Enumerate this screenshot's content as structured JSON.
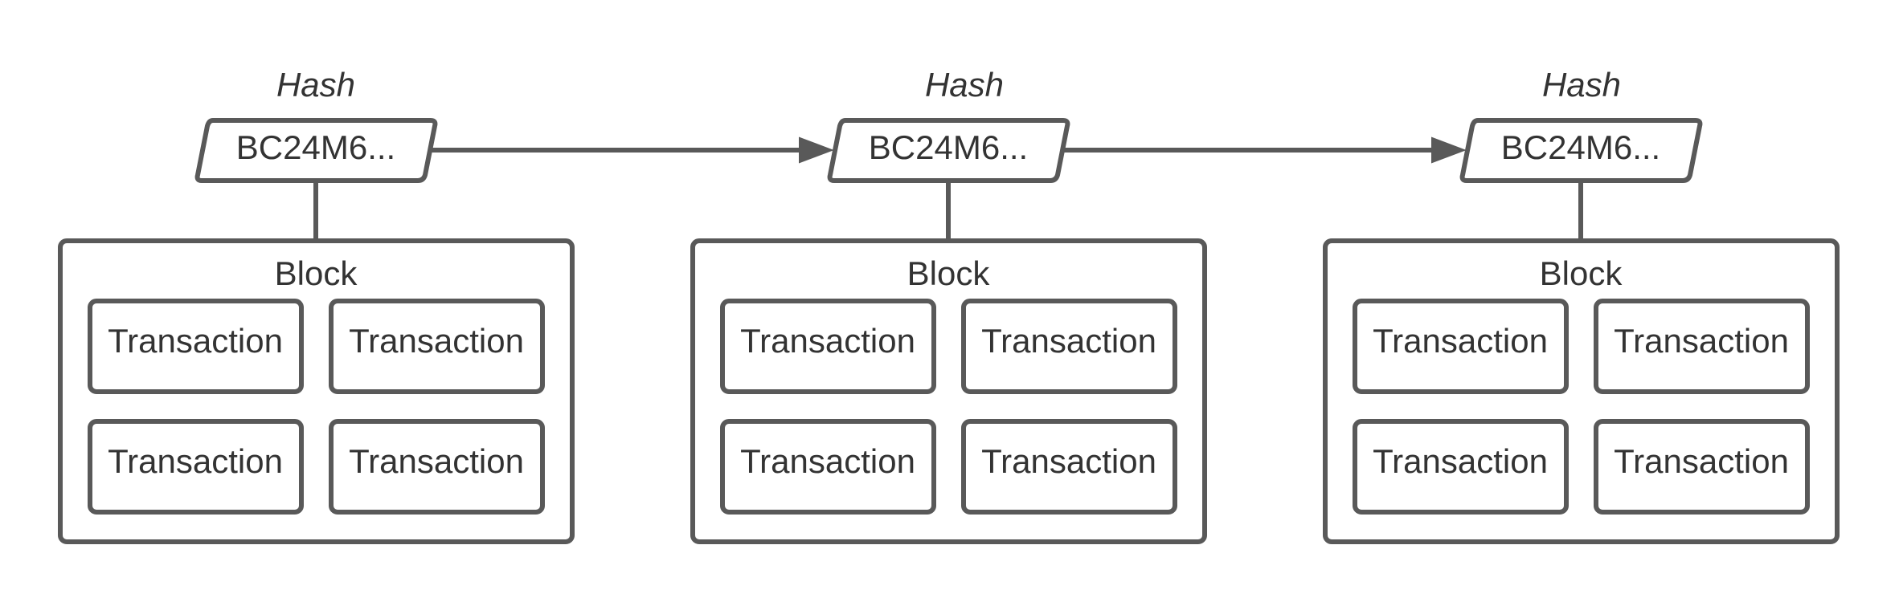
{
  "colors": {
    "stroke": "#595959",
    "text": "#333333",
    "background": "#ffffff"
  },
  "chain": [
    {
      "hash_caption": "Hash",
      "hash_value": "BC24M6...",
      "block_label": "Block",
      "transactions": [
        "Transaction",
        "Transaction",
        "Transaction",
        "Transaction"
      ]
    },
    {
      "hash_caption": "Hash",
      "hash_value": "BC24M6...",
      "block_label": "Block",
      "transactions": [
        "Transaction",
        "Transaction",
        "Transaction",
        "Transaction"
      ]
    },
    {
      "hash_caption": "Hash",
      "hash_value": "BC24M6...",
      "block_label": "Block",
      "transactions": [
        "Transaction",
        "Transaction",
        "Transaction",
        "Transaction"
      ]
    }
  ]
}
